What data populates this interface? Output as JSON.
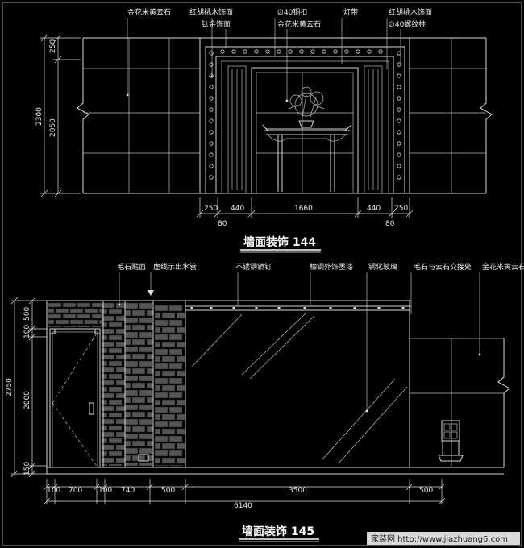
{
  "elevation_144": {
    "title": "墙面装饰 144",
    "callouts": [
      "金花米黄云石",
      "红胡桃木饰面",
      "钛金饰面",
      "∅40铜扣",
      "金花米黄云石",
      "灯带",
      "红胡桃木饰面",
      "∅40螺纹柱"
    ],
    "dims_horizontal": [
      "250",
      "440",
      "1660",
      "440",
      "250",
      "80",
      "80"
    ],
    "dims_vertical": [
      "250",
      "2050",
      "2300"
    ]
  },
  "elevation_145": {
    "title": "墙面装饰 145",
    "callouts": [
      "毛石贴面",
      "虚线示出水管",
      "不锈钢镜钉",
      "柚钢外饰墨漆",
      "钢化玻璃",
      "毛石与云石交接处",
      "金花米黄云石"
    ],
    "dims_horizontal": [
      "100",
      "700",
      "100",
      "740",
      "500",
      "3500",
      "500",
      "6140"
    ],
    "dims_vertical": [
      "500",
      "100",
      "2000",
      "150",
      "2750"
    ]
  },
  "watermark": "家装网 http://www.jiazhuang6.com"
}
